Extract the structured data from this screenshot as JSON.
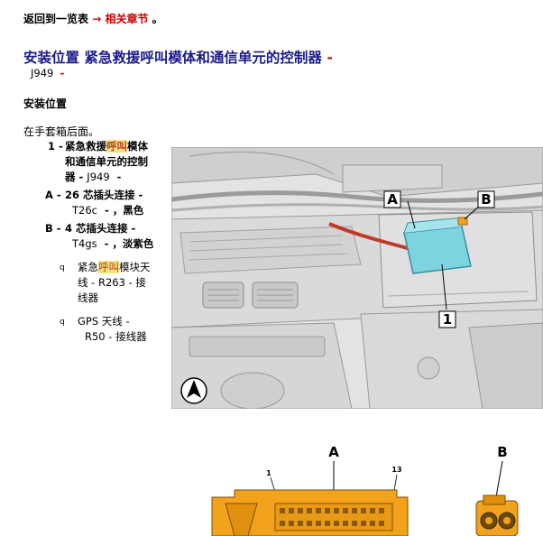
{
  "nav": {
    "back_text": "返回到一览表",
    "arrow": "→",
    "link_text": "相关章节",
    "end": "。"
  },
  "title": {
    "main": "安装位置 紧急救援呼叫模体和通信单元的控制器",
    "dash": "-",
    "code": "J949",
    "code_dash": "-"
  },
  "section_heading": "安装位置",
  "intro": "在手套箱后面。",
  "legend": {
    "item1": {
      "num": "1 -",
      "line1_a": "紧急救援",
      "line1_hl": "呼叫",
      "line1_b": "模体",
      "line2": "和通信单元的控制",
      "line3_a": "器 -",
      "line3_code": "J949",
      "line3_b": "-"
    },
    "itemA": {
      "num": "A -",
      "line1": "26 芯插头连接 -",
      "line2_code": "T26c",
      "line2_rest": "- ，黑色"
    },
    "itemB": {
      "num": "B -",
      "line1": "4 芯插头连接 -",
      "line2_code": "T4gs",
      "line2_rest": "- ，淡紫色"
    },
    "bullet_marker": "q",
    "bullet1": {
      "line1_a": "紧急",
      "line1_hl": "呼叫",
      "line1_b": "模块天",
      "line2": "线 -  R263  - 接",
      "line3": "线器"
    },
    "bullet2": {
      "line1": "GPS 天线 -",
      "line2": "R50  - 接线器"
    }
  },
  "figure": {
    "label_a": "A",
    "label_b": "B",
    "label_1": "1",
    "conn_label_a": "A",
    "conn_label_b": "B",
    "pin_1": "1",
    "pin_13": "13"
  },
  "colors": {
    "title_blue": "#1a1a8a",
    "link_red": "#cc0000",
    "highlight": "#f3e37c",
    "module_cyan": "#7ed3e0",
    "connector_orange": "#f2a21b"
  }
}
